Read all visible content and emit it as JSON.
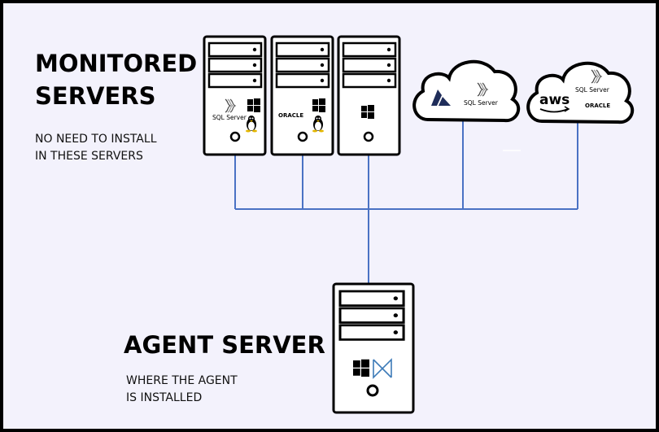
{
  "monitored": {
    "title_line1": "MONITORED",
    "title_line2": "SERVERS",
    "note_line1": "NO NEED TO INSTALL",
    "note_line2": "IN THESE SERVERS"
  },
  "agent": {
    "title": "AGENT SERVER",
    "note_line1": "WHERE THE AGENT",
    "note_line2": "IS INSTALLED"
  },
  "servers": [
    {
      "sql_logo_text": "SQL Server",
      "os_icons": [
        "windows-icon",
        "linux-tux-icon"
      ]
    },
    {
      "brand_text": "ORACLE",
      "os_icons": [
        "windows-icon",
        "linux-tux-icon"
      ]
    },
    {
      "os_icons": [
        "windows-icon"
      ]
    }
  ],
  "clouds": [
    {
      "provider": "azure-icon",
      "sql_logo_text": "SQL Server"
    },
    {
      "provider_text": "aws",
      "sql_logo_text": "SQL Server",
      "brand_text": "ORACLE"
    }
  ],
  "agent_icons": [
    "windows-icon",
    "visual-studio-icon"
  ],
  "colors": {
    "connector": "#4a72c4",
    "background": "#f3f2fc",
    "azure": "#1f2d5a"
  }
}
